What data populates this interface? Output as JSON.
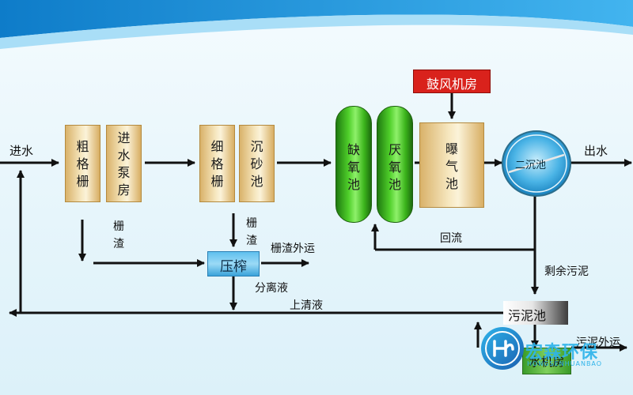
{
  "diagram": {
    "inlet": "进水",
    "coarse_screen": "粗\n格\n栅",
    "lift_pump_room": "进\n水\n泵\n房",
    "fine_screen": "细\n格\n栅",
    "grit_chamber": "沉\n砂\n池",
    "anoxic_tank": "缺\n氧\n池",
    "anaerobic_tank": "厌\n氧\n池",
    "aeration_tank": "曝\n气\n池",
    "blower_room": "鼓风机房",
    "secondary_clarifier": "二沉池",
    "outlet": "出水",
    "screenings_1": "栅\n渣",
    "screenings_2": "栅\n渣",
    "filter_press": "压榨",
    "screenings_export": "栅渣外运",
    "separated_liquid": "分离液",
    "supernatant": "上清液",
    "return_flow": "回流",
    "excess_sludge": "剩余污泥",
    "sludge_tank": "污泥池",
    "sludge_export": "污泥外运",
    "dewatering_room_partial": "水机房"
  },
  "logo": {
    "text_cn": "宏森环保",
    "text_en": "HONGSENHUANBAO",
    "colors": {
      "blue": "#1a78c8",
      "cyan": "#2fb4ea",
      "green": "#3aa835"
    }
  },
  "colors": {
    "arrow": "#111111",
    "swoosh_dark": "#1c8fd6",
    "swoosh_light": "#8fd3f5",
    "background": "#e6f5fb",
    "tank_green": "#3cb51c",
    "box_tan": "#efd7a0",
    "press_blue": "#6ec7f0",
    "blower_red": "#d9221c"
  }
}
